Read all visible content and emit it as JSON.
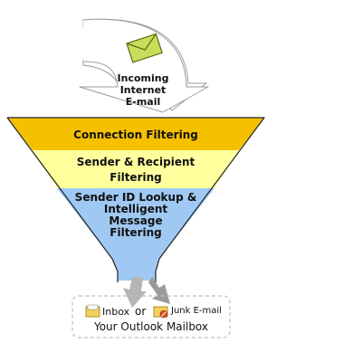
{
  "incoming": {
    "line1": "Incoming",
    "line2": "Internet",
    "line3": "E-mail",
    "icon": "envelope-icon"
  },
  "stages": [
    {
      "line1": "Connection Filtering",
      "color": "#f5c000"
    },
    {
      "line1": "Sender & Recipient",
      "line2": "Filtering",
      "color": "#ffff9e"
    },
    {
      "line1": "Sender ID Lookup &",
      "line2": "Intelligent",
      "line3": "Message",
      "line4": "Filtering",
      "color": "#9fc9f3"
    }
  ],
  "mailbox": {
    "inbox_label": "Inbox",
    "or_label": "or",
    "junk_label": "Junk E-mail",
    "title": "Your Outlook Mailbox",
    "inbox_icon": "inbox-folder-icon",
    "junk_icon": "junk-folder-icon"
  }
}
